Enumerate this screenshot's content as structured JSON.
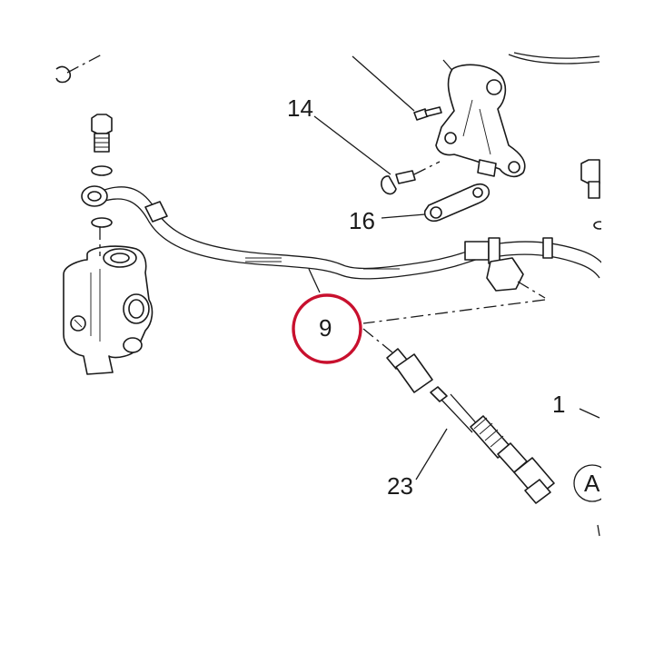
{
  "callouts": {
    "c1": "1",
    "c9": "9",
    "c14": "14",
    "c16": "16",
    "c23": "23",
    "cA": "A"
  },
  "colors": {
    "ink": "#1a1a1a",
    "highlight": "#c8102e",
    "background": "#ffffff"
  }
}
